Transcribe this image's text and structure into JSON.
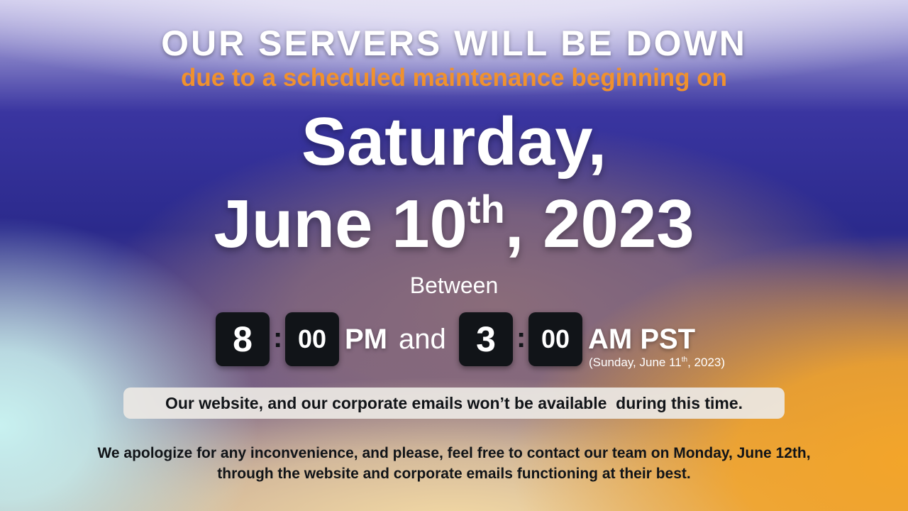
{
  "headline": "OUR SERVERS WILL BE DOWN",
  "subline": "due to a scheduled maintenance beginning on",
  "date": {
    "line1": "Saturday,",
    "line2_pre": "June 10",
    "line2_sup": "th",
    "line2_post": ", 2023"
  },
  "between": "Between",
  "time": {
    "start_hour": "8",
    "start_min": "00",
    "start_ampm": "PM",
    "and": "and",
    "end_hour": "3",
    "end_min": "00",
    "end_ampm": "AM PST",
    "colon": ":",
    "note_pre": "(Sunday, June 11",
    "note_sup": "th",
    "note_post": ", 2023)"
  },
  "notice": "Our website, and our corporate emails won’t be available  during this time.",
  "apology": {
    "line1": "We apologize for any inconvenience, and please, feel free to contact our team on Monday, June 12th,",
    "line2": "through the website and corporate emails functioning at their best."
  },
  "colors": {
    "accent_orange": "#f0912e",
    "box_dark": "#111418",
    "bg_blue": "#2b2a8c"
  }
}
